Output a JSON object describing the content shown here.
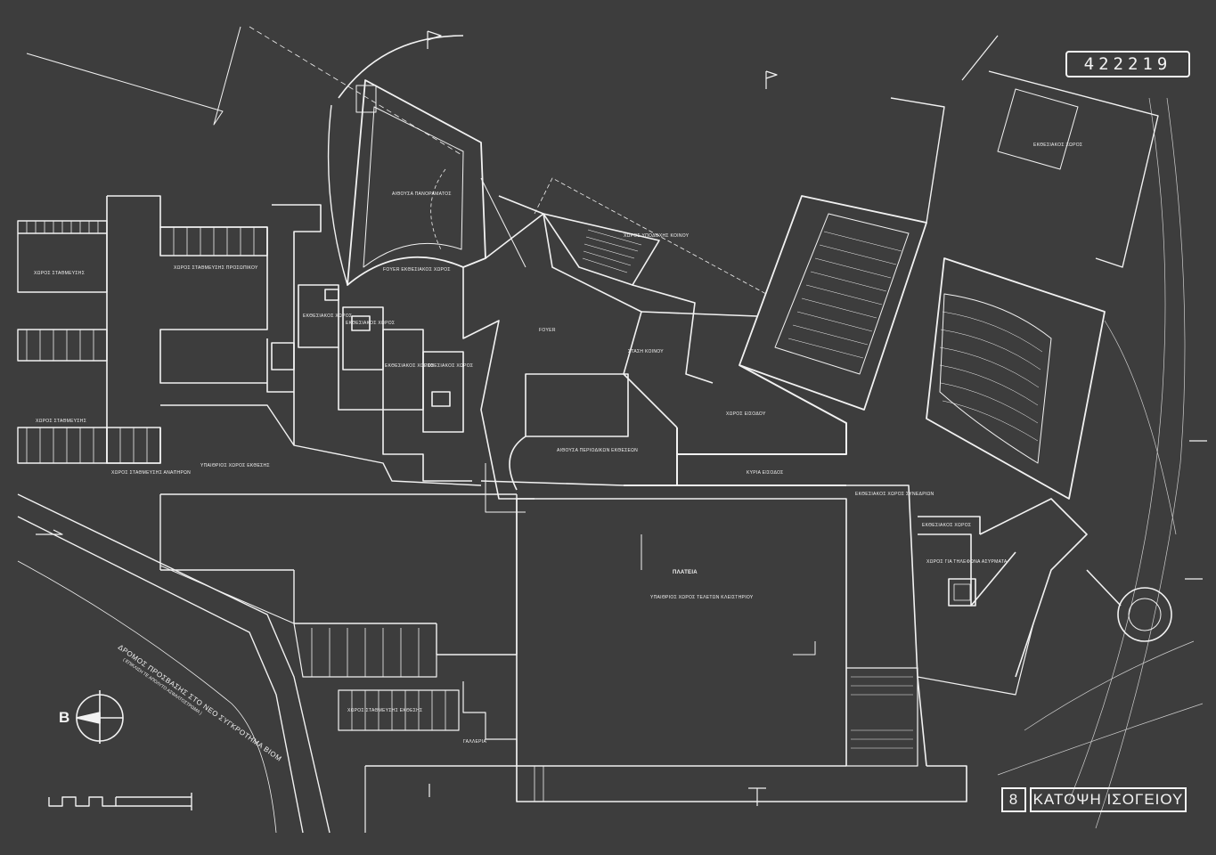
{
  "sheet_number": "422219",
  "title": {
    "number": "8",
    "text": "ΚΑΤΟΨΗ ΙΣΟΓΕΙΟΥ"
  },
  "compass": {
    "north_letter": "Β"
  },
  "road": {
    "label": "ΔΡΟΜΟΣ ΠΡΟΣΒΑΣΗΣ ΣΤΟ ΝΕΟ ΣΥΓΚΡΟΤΗΜΑ ΒΙΟΜ",
    "sublabel": "( ΕΠΙΚΛΙΣΗ ΤΕ ΑΠΟΛΥΤΟ ΑΣΦΑΛΤΟΣΤΡΩΜΑ )"
  },
  "rooms": {
    "panorama_hall": "ΑΙΘΟΥΣΑ ΠΑΝΟΡΑΜΑΤΟΣ",
    "foyer_exhibition": "FOYER ΕΚΘΕΣΙΑΚΟΣ ΧΩΡΟΣ",
    "foyer": "FOYER",
    "exhibition_1": "ΕΚΘΕΣΙΑΚΟΣ ΧΩΡΟΣ",
    "exhibition_2": "ΕΚΘΕΣΙΑΚΟΣ ΧΩΡΟΣ",
    "exhibition_3": "ΕΚΘΕΣΙΑΚΟΣ ΧΩΡΟΣ",
    "exhibition_4": "ΕΚΘΕΣΙΑΚΟΣ ΧΩΡΟΣ",
    "parking_staff": "ΧΩΡΟΣ ΣΤΑΘΜΕΥΣΗΣ ΠΡΟΣΩΠΙΚΟΥ",
    "parking_1": "ΧΩΡΟΣ ΣΤΑΘΜΕΥΣΗΣ",
    "parking_2": "ΧΩΡΟΣ ΣΤΑΘΜΕΥΣΗΣ",
    "parking_disabled": "ΧΩΡΟΣ ΣΤΑΘΜΕΥΣΗΣ ΑΝΑΠΗΡΩΝ",
    "parking_bottom": "ΧΩΡΟΣ ΣΤΑΘΜΕΥΣΗΣ ΕΚΘΕΣΗΣ",
    "outdoor_exhibition": "ΥΠΑΙΘΡΙΟΣ ΧΩΡΟΣ ΕΚΘΕΣΗΣ",
    "square": "ΠΛΑΤΕΙΑ",
    "square_sub": "ΥΠΑΙΘΡΙΟΣ ΧΩΡΟΣ ΤΕΛΕΤΩΝ ΚΛΕΙΣΤΗΡΙΟΥ",
    "press_hall": "ΑΙΘΟΥΣΑ ΠΕΡΙΟΔΙΚΩΝ ΕΚΘΕΣΕΩΝ",
    "entrance_hall": "ΧΩΡΟΣ ΕΙΣΟΔΟΥ",
    "main_entrance": "ΚΥΡΙΑ ΕΙΣΟΔΟΣ",
    "conference_exhibition": "ΕΚΘΕΣΙΑΚΟΣ ΧΩΡΟΣ ΣΥΝΕΔΡΙΩΝ",
    "exhibition_space": "ΕΚΘΕΣΙΑΚΟΣ ΧΩΡΟΣ",
    "ticket_space": "ΧΩΡΟΣ ΓΙΑ ΤΗΛΕΦΩΝΑ ΑΣΥΡΜΑΤΑ",
    "exhibition_top": "ΕΚΘΕΣΙΑΚΟΣ ΧΩΡΟΣ",
    "road_text_top": "ΧΩΡΟΣ ΥΠΟΔΟΧΗΣ ΚΟΙΝΟΥ",
    "gallery": "ΣΤΑΣΗ ΚΟΙΝΟΥ",
    "galleria": "ΓΑΛΛΕΡΙΑ"
  }
}
